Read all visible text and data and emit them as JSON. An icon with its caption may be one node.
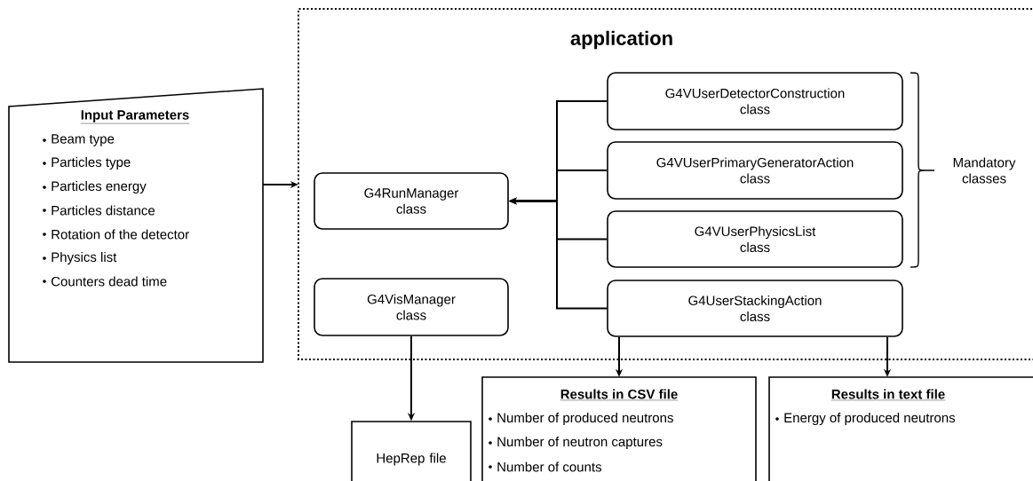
{
  "diagram": {
    "nodes": [
      {
        "text": [
          "application"
        ]
      },
      {
        "text": [
          "Input Parameters",
          "Beam type",
          "Particles type",
          "Particles energy",
          "Particles distance",
          "Rotation of the detector",
          "Physics list",
          "Counters dead time"
        ]
      },
      {
        "text": [
          "G4RunManager class"
        ],
        "in": 0
      },
      {
        "text": [
          "G4VisManager class"
        ],
        "in": 0
      },
      {
        "text": [
          "G4VUserDetectorConstruction class"
        ],
        "in": 0
      },
      {
        "text": [
          "G4VUserPrimaryGeneratorAction class"
        ],
        "in": 0
      },
      {
        "text": [
          "G4VUserPhysicsList class"
        ],
        "in": 0
      },
      {
        "text": [
          "G4UserStackingAction class"
        ],
        "in": 0
      },
      {
        "text": [
          "HepRep file"
        ]
      },
      {
        "text": [
          "Results in CSV file",
          "Number of produced neutrons",
          "Number of neutron captures",
          "Number of counts"
        ]
      },
      {
        "text": [
          "Results in text file",
          "Energy of produced neutrons"
        ]
      }
    ],
    "edges": [
      {
        "from": 1,
        "to": 0,
        "arrow": "to"
      },
      {
        "from": 4,
        "to": 2,
        "arrow": "to"
      },
      {
        "from": 5,
        "to": 2,
        "arrow": "to"
      },
      {
        "from": 6,
        "to": 2,
        "arrow": "to"
      },
      {
        "from": 7,
        "to": 2,
        "arrow": "to"
      },
      {
        "from": 3,
        "to": 8,
        "arrow": "to"
      },
      {
        "from": 7,
        "to": 9,
        "arrow": "to"
      },
      {
        "from": 7,
        "to": 10,
        "arrow": "to"
      }
    ],
    "labels": [
      "Mandatory classes"
    ]
  }
}
